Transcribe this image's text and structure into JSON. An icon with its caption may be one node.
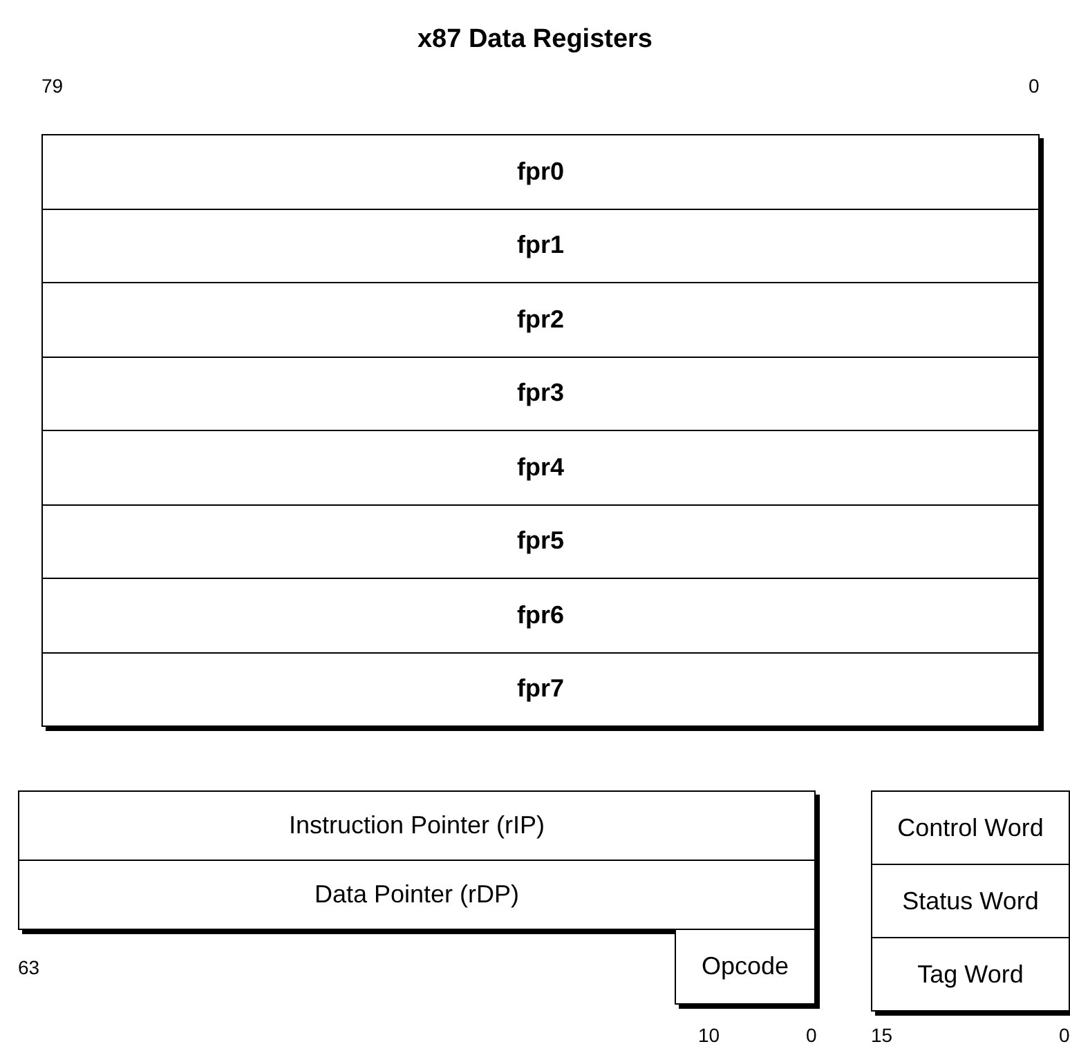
{
  "diagram": {
    "title": "x87 Data Registers",
    "nodes": [
      {
        "text": [
          "fpr0"
        ]
      },
      {
        "text": [
          "fpr1"
        ]
      },
      {
        "text": [
          "fpr2"
        ]
      },
      {
        "text": [
          "fpr3"
        ]
      },
      {
        "text": [
          "fpr4"
        ]
      },
      {
        "text": [
          "fpr5"
        ]
      },
      {
        "text": [
          "fpr6"
        ]
      },
      {
        "text": [
          "fpr7"
        ]
      },
      {
        "text": [
          "Instruction Pointer (rIP)"
        ]
      },
      {
        "text": [
          "Data Pointer (rDP)"
        ]
      },
      {
        "text": [
          "Opcode"
        ]
      },
      {
        "text": [
          "Control Word"
        ]
      },
      {
        "text": [
          "Status Word"
        ]
      },
      {
        "text": [
          "Tag Word"
        ]
      }
    ],
    "edges": [],
    "labels": [
      "79",
      "0",
      "63",
      "10",
      "0",
      "15",
      "0"
    ]
  }
}
